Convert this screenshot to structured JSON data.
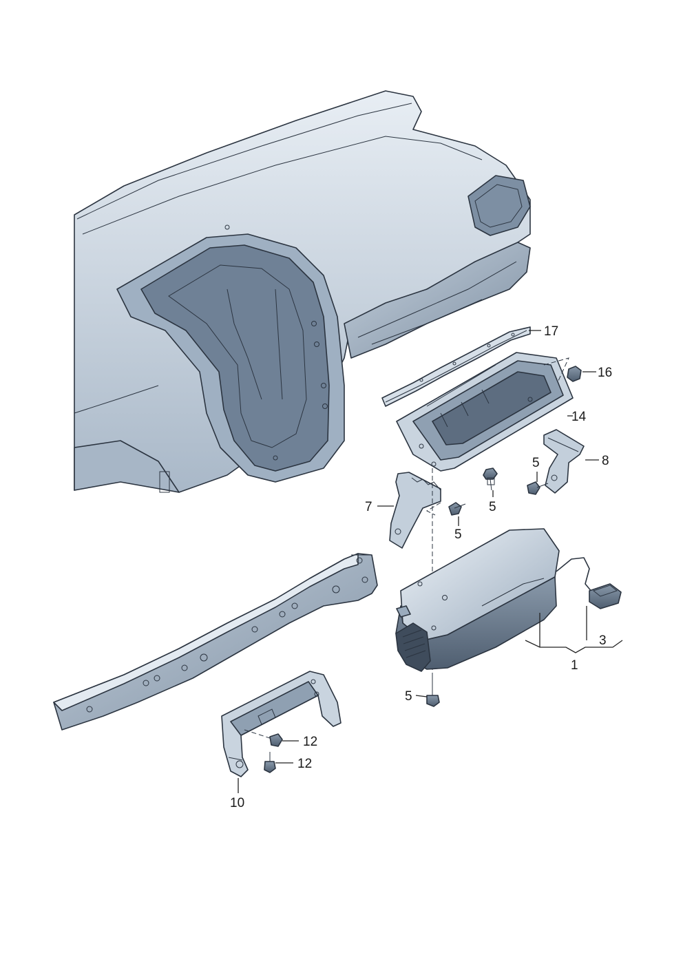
{
  "diagram": {
    "colors": {
      "part_light": "#e3eaf1",
      "part_mid": "#b9c6d3",
      "part_dark": "#8797a8",
      "part_deep": "#4f5e70",
      "outline": "#2b3440",
      "text": "#1a1a1a"
    },
    "callouts": [
      {
        "id": "17",
        "label": "17"
      },
      {
        "id": "16",
        "label": "16"
      },
      {
        "id": "14",
        "label": "14"
      },
      {
        "id": "8",
        "label": "8"
      },
      {
        "id": "5a",
        "label": "5"
      },
      {
        "id": "5b",
        "label": "5"
      },
      {
        "id": "7",
        "label": "7"
      },
      {
        "id": "5c",
        "label": "5"
      },
      {
        "id": "3",
        "label": "3"
      },
      {
        "id": "1",
        "label": "1"
      },
      {
        "id": "5d",
        "label": "5"
      },
      {
        "id": "12a",
        "label": "12"
      },
      {
        "id": "12b",
        "label": "12"
      },
      {
        "id": "10",
        "label": "10"
      }
    ]
  }
}
